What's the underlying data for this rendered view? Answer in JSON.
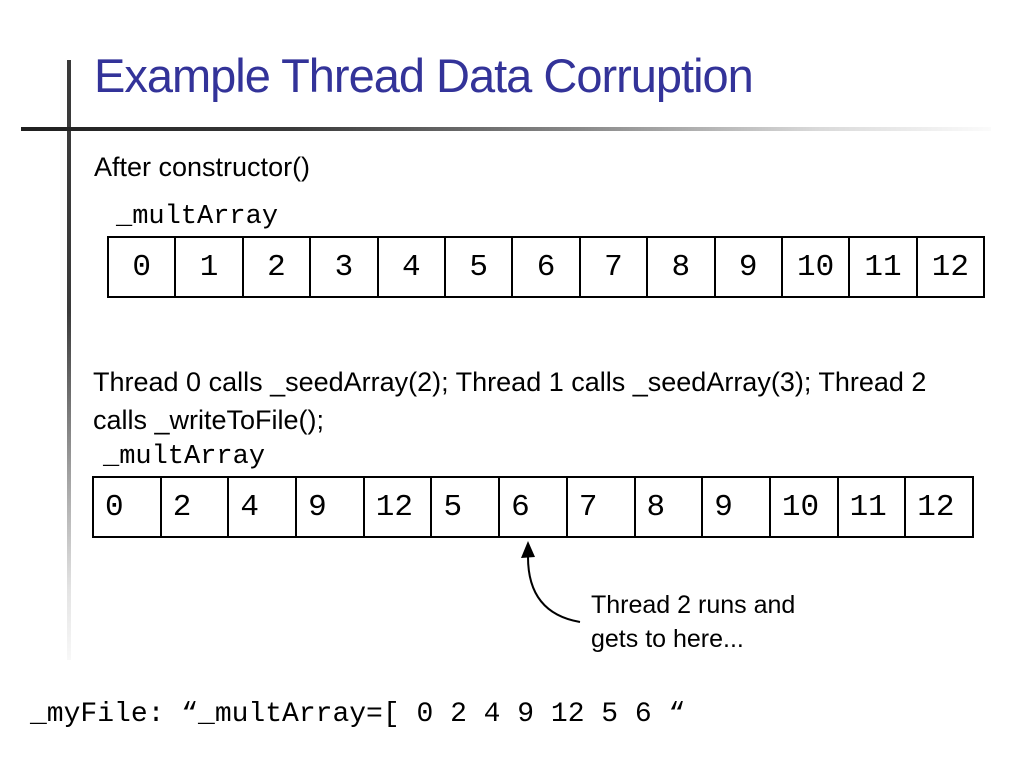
{
  "slide": {
    "title": "Example Thread Data Corruption",
    "after_constructor_text": "After constructor()",
    "array_label_1": "_multArray",
    "array_label_2": "_multArray",
    "thread_calls_lines": [
      "Thread 0 calls _seedArray(2); Thread 1 calls _seedArray(3); Thread 2",
      "calls _writeToFile();"
    ],
    "annotation_lines": [
      "Thread 2 runs and",
      "gets to here..."
    ],
    "file_line": "_myFile: “_multArray=[ 0 2 4 9 12 5 6 “",
    "colors": {
      "title": "#333399",
      "body_text": "#000000",
      "accent_line_dark": "#3a3a3a"
    }
  },
  "arrays": {
    "initial": {
      "cells": [
        "0",
        "1",
        "2",
        "3",
        "4",
        "5",
        "6",
        "7",
        "8",
        "9",
        "10",
        "11",
        "12"
      ]
    },
    "corrupted": {
      "cells": [
        "0",
        "2",
        "4",
        "9",
        "12",
        "5",
        "6",
        "7",
        "8",
        "9",
        "10",
        "11",
        "12"
      ]
    }
  }
}
